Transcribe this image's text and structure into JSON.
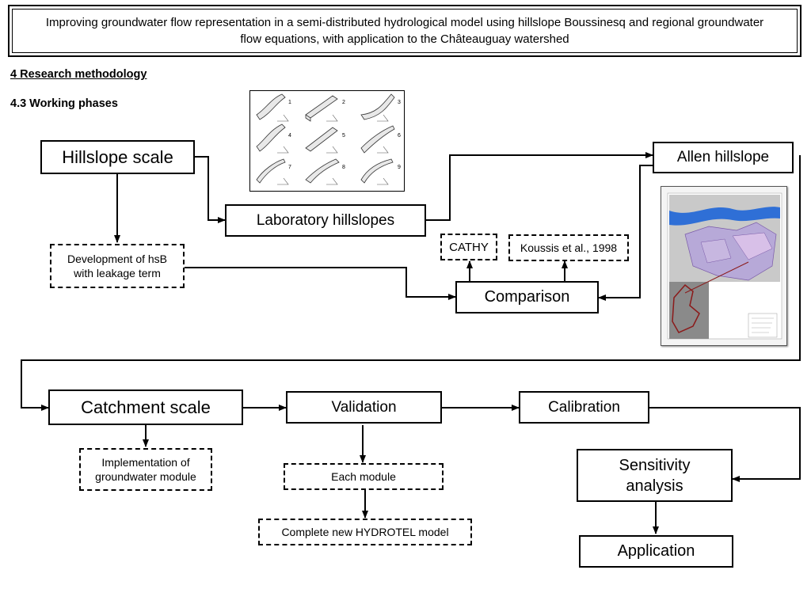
{
  "title": "Improving groundwater flow representation in a semi-distributed hydrological model using hillslope Boussinesq and regional groundwater flow equations, with application to the Châteauguay watershed",
  "section_heading": "4 Research methodology",
  "subsection_heading": "4.3 Working phases",
  "nodes": {
    "hillslope_scale": "Hillslope scale",
    "laboratory_hillslopes": "Laboratory hillslopes",
    "allen_hillslope": "Allen hillslope",
    "hsb_development": "Development of hsB with leakage term",
    "cathy": "CATHY",
    "koussis": "Koussis et al., 1998",
    "comparison": "Comparison",
    "catchment_scale": "Catchment scale",
    "validation": "Validation",
    "calibration": "Calibration",
    "implementation": "Implementation of groundwater module",
    "each_module": "Each module",
    "complete_model": "Complete new HYDROTEL model",
    "sensitivity": "Sensitivity analysis",
    "application": "Application"
  },
  "hillslope_shapes": {
    "labels": [
      "1",
      "2",
      "3",
      "4",
      "5",
      "6",
      "7",
      "8",
      "9"
    ]
  },
  "colors": {
    "line": "#000000",
    "map_water": "#2f6fd6",
    "map_boundary": "#8b1a1a"
  }
}
